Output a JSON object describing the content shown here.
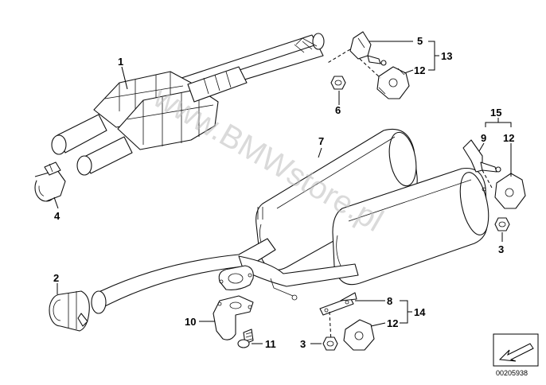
{
  "diagram": {
    "watermark": "www.BMWstore.pl",
    "reference_number": "00205938",
    "callouts": {
      "c1": "1",
      "c2": "2",
      "c3a": "3",
      "c3b": "3",
      "c4": "4",
      "c5": "5",
      "c6": "6",
      "c7": "7",
      "c8": "8",
      "c9": "9",
      "c10": "10",
      "c11": "11",
      "c12a": "12",
      "c12b": "12",
      "c12c": "12",
      "c13": "13",
      "c14": "14",
      "c15": "15"
    }
  }
}
